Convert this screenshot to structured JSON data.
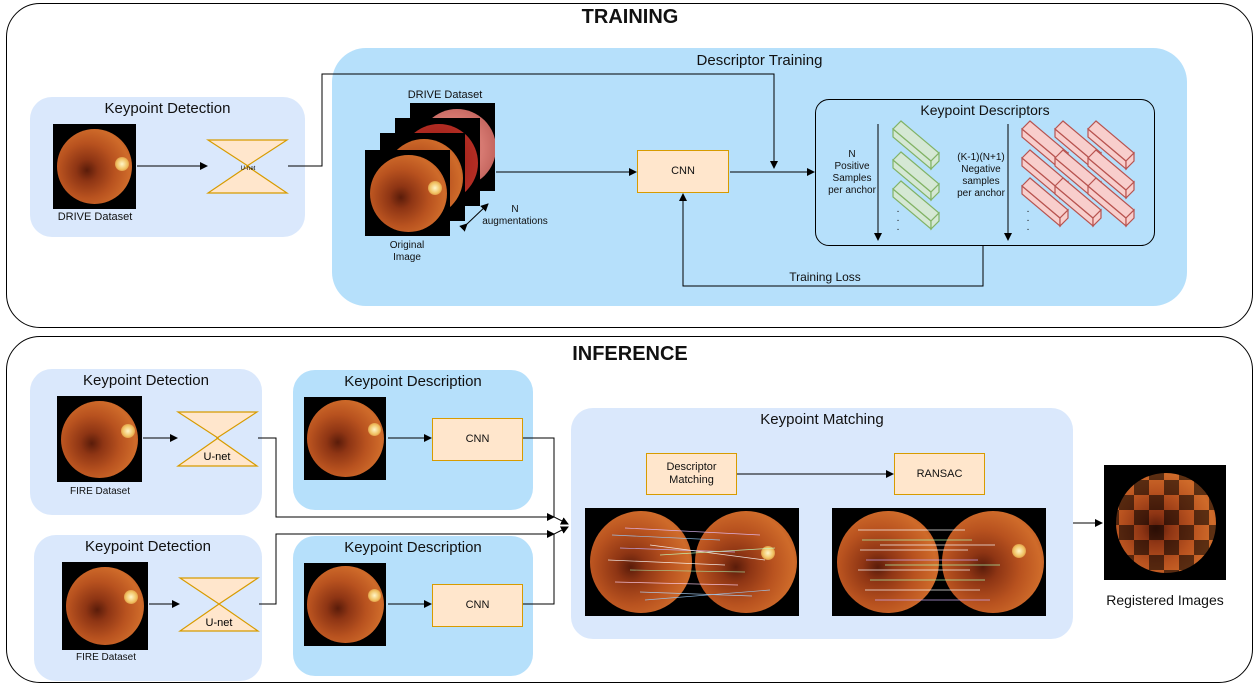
{
  "training": {
    "title": "TRAINING",
    "keypoint_detection": {
      "title": "Keypoint Detection",
      "dataset_label": "DRIVE Dataset",
      "unet_label": "U-net"
    },
    "descriptor_training": {
      "title": "Descriptor Training",
      "stack_dataset_label": "DRIVE Dataset",
      "original_image_label": "Original\nImage",
      "augmentations_label": "N\naugmentations",
      "cnn_label": "CNN",
      "training_loss_label": "Training Loss",
      "keypoint_descriptors": {
        "title": "Keypoint Descriptors",
        "positive_label": "N\nPositive\nSamples\nper anchor",
        "negative_label": "(K-1)(N+1)\nNegative\nsamples\nper anchor",
        "dots": ".\n.\n."
      }
    }
  },
  "inference": {
    "title": "INFERENCE",
    "top": {
      "keypoint_detection_title": "Keypoint Detection",
      "dataset_label": "FIRE Dataset",
      "unet_label": "U-net",
      "keypoint_description_title": "Keypoint Description",
      "cnn_label": "CNN"
    },
    "bottom": {
      "keypoint_detection_title": "Keypoint Detection",
      "dataset_label": "FIRE Dataset",
      "unet_label": "U-net",
      "keypoint_description_title": "Keypoint Description",
      "cnn_label": "CNN"
    },
    "keypoint_matching": {
      "title": "Keypoint Matching",
      "descriptor_matching_label": "Descriptor\nMatching",
      "ransac_label": "RANSAC"
    },
    "registered_images_label": "Registered Images"
  },
  "colors": {
    "light_panel": "#dae8fc",
    "sky_panel": "#b6e0fb",
    "box_fill": "#ffe6cc",
    "box_stroke": "#d79b00",
    "positive_fill": "#d5e8d4",
    "positive_stroke": "#82b366",
    "negative_fill": "#f8cecc",
    "negative_stroke": "#b85450"
  }
}
